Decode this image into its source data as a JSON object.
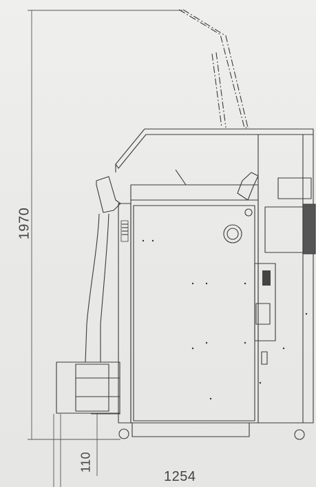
{
  "dimensions": {
    "height": "1970",
    "clearance": "110",
    "width": "1254"
  }
}
